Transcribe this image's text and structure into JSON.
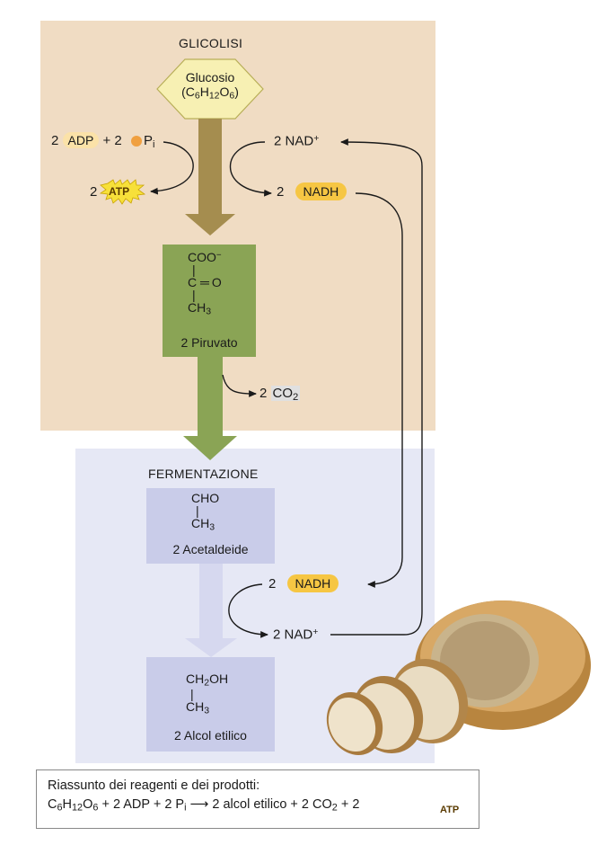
{
  "glicolisi": {
    "title": "GLICOLISI",
    "glucose_name": "Glucosio",
    "glucose_formula_parts": [
      "(C",
      "6",
      "H",
      "12",
      "O",
      "6",
      ")"
    ],
    "adp_qty": "2",
    "adp_label": "ADP",
    "plus1": "+ 2",
    "pi_label": "P",
    "pi_sub": "i",
    "atp_qty": "2",
    "atp_label": "ATP",
    "nad_label": "2 NAD",
    "nad_sup": "+",
    "nadh_qty": "2",
    "nadh_label": "NADH",
    "pyruvate_struct": [
      "COO",
      "−",
      "C",
      "O",
      "CH",
      "3"
    ],
    "pyruvate_name": "2 Piruvato",
    "co2_qty": "2",
    "co2_label": "CO",
    "co2_sub": "2"
  },
  "fermentazione": {
    "title": "FERMENTAZIONE",
    "acet_struct": [
      "CHO",
      "CH",
      "3"
    ],
    "acet_name": "2 Acetaldeide",
    "nadh_qty": "2",
    "nadh_label": "NADH",
    "nad_label": "2 NAD",
    "nad_sup": "+",
    "alcol_struct": [
      "CH",
      "2",
      "OH",
      "CH",
      "3"
    ],
    "alcol_name": "2 Alcol etilico"
  },
  "summary": {
    "heading": "Riassunto dei reagenti e dei prodotti:",
    "eq_left": [
      "C",
      "6",
      "H",
      "12",
      "O",
      "6",
      " + 2 ADP + 2 P",
      "i"
    ],
    "arrow": "⟶",
    "eq_right": [
      " 2 alcol etilico + 2 CO",
      "2",
      " + 2 "
    ],
    "atp_label": "ATP"
  },
  "colors": {
    "glicolisi_bg": "#f0dcc3",
    "fermentazione_bg": "#e6e8f5",
    "glycolysis_arrow": "#a58d4f",
    "pyruvate_green": "#8aa455",
    "lavender_box": "#c9cce9",
    "nadh_yellow": "#f6c643",
    "phosphate_orange": "#f0a040"
  }
}
